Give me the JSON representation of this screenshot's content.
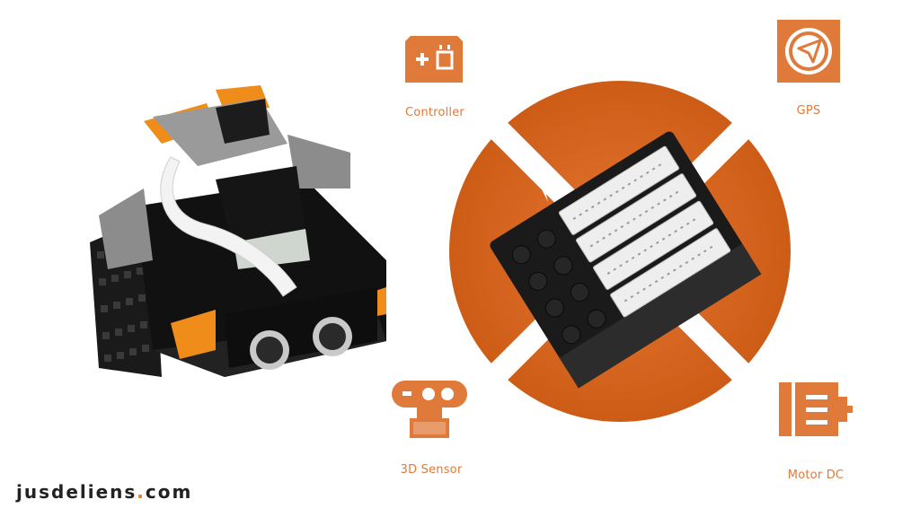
{
  "accent_color": "#d2621c",
  "icon_color": "#e07a3a",
  "labels": {
    "controller": "Controller",
    "gps": "GPS",
    "sensor": "3D Sensor",
    "motor": "Motor DC"
  },
  "brand": {
    "name": "jusdeliens",
    "dot": ".",
    "tld": "com"
  },
  "icons": [
    "controller-icon",
    "gps-icon",
    "sensor-icon",
    "motor-icon"
  ]
}
